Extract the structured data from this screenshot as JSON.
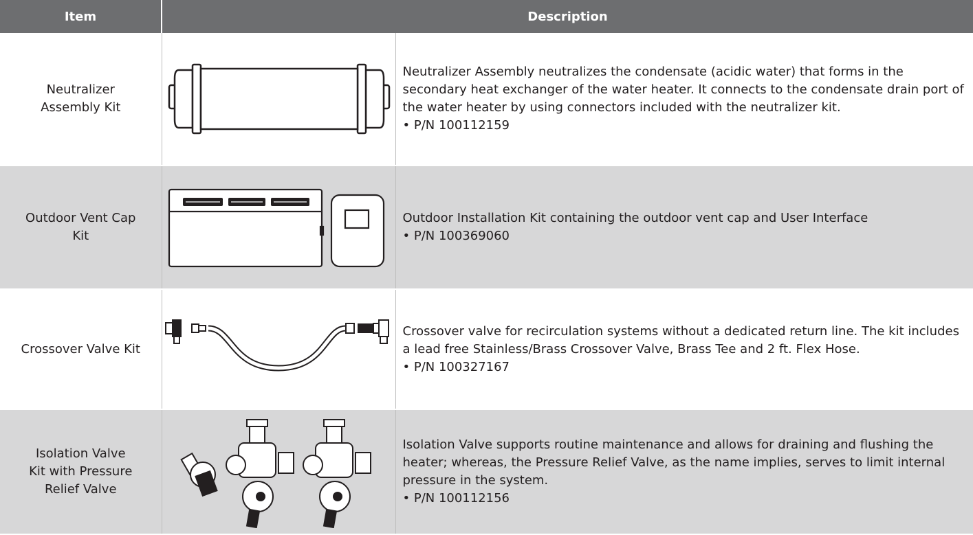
{
  "header": {
    "item": "Item",
    "description": "Description"
  },
  "rows": [
    {
      "name_line1": "Neutralizer",
      "name_line2": "Assembly Kit",
      "description": "Neutralizer Assembly neutralizes the condensate (acidic water) that forms in the secondary heat exchanger of the water heater. It connects to the condensate drain port of the water heater by using connectors included with the neutralizer kit.",
      "part_number": "• P/N 100112159",
      "icon": "neutralizer-cartridge-icon"
    },
    {
      "name_line1": "Outdoor Vent Cap",
      "name_line2": "Kit",
      "description": "Outdoor Installation Kit containing the outdoor vent cap and User Interface",
      "part_number": "• P/N 100369060",
      "icon": "vent-cap-icon"
    },
    {
      "name_line1": "Crossover Valve Kit",
      "name_line2": "",
      "description": "Crossover valve for recirculation systems without a dedicated return line. The kit includes a lead free Stainless/Brass Crossover Valve, Brass Tee and 2 ft. Flex Hose.",
      "part_number": "• P/N 100327167",
      "icon": "crossover-valve-hose-icon"
    },
    {
      "name_line1": "Isolation Valve",
      "name_line2": "Kit with Pressure",
      "name_line3": "Relief Valve",
      "description": "Isolation Valve supports routine maintenance and allows for draining and flushing the heater; whereas, the Pressure Relief Valve, as the name implies, serves to limit internal pressure in the system.",
      "part_number": "• P/N 100112156",
      "icon": "isolation-valves-icon"
    }
  ],
  "colors": {
    "header_bg": "#6d6e70",
    "row_alt_bg": "#d7d7d8",
    "text": "#231f20"
  }
}
